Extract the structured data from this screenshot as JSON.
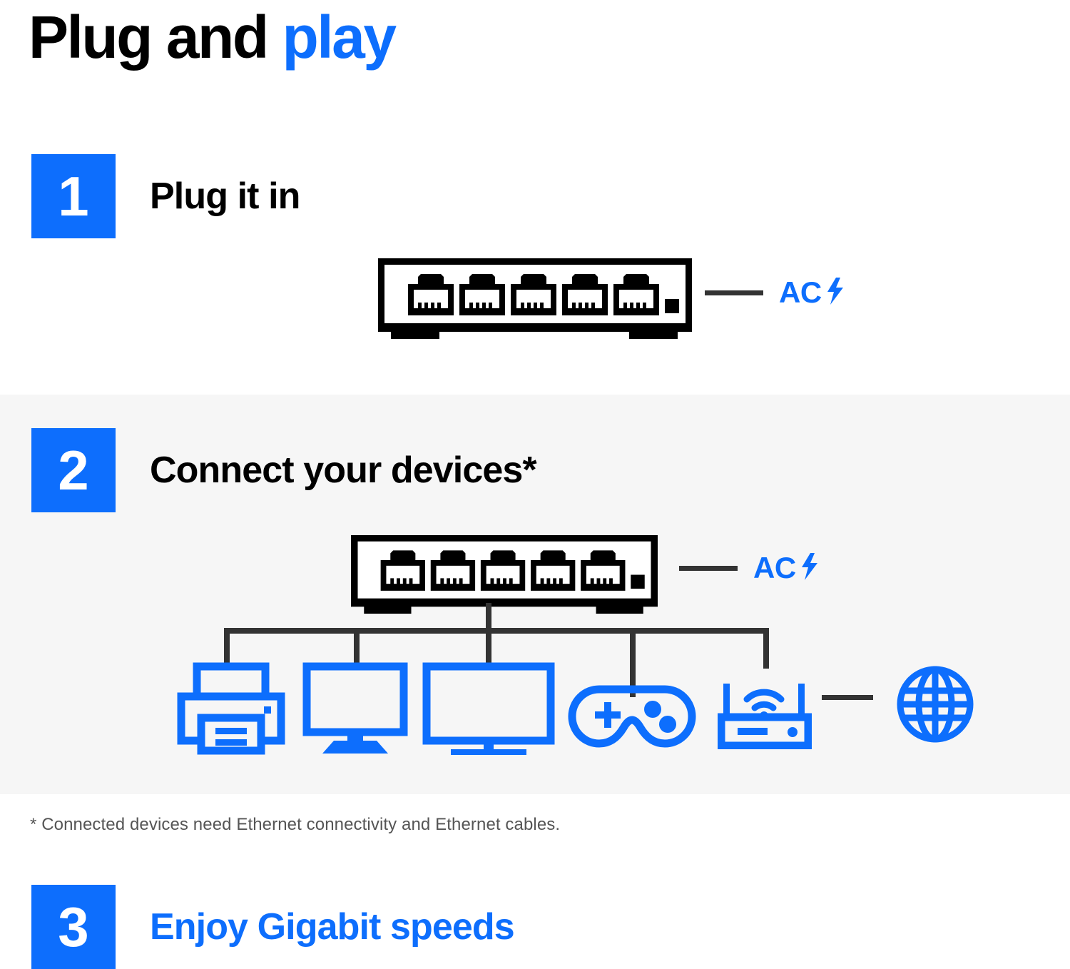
{
  "page": {
    "title_main": "Plug and ",
    "title_accent": "play",
    "background": "#ffffff",
    "accent_color": "#0d6efd",
    "band_color": "#f6f6f6",
    "wire_color": "#333333"
  },
  "steps": [
    {
      "number": "1",
      "label": "Plug it in",
      "label_color": "black"
    },
    {
      "number": "2",
      "label": "Connect your devices*",
      "label_color": "black"
    },
    {
      "number": "3",
      "label": "Enjoy Gigabit speeds",
      "label_color": "blue"
    }
  ],
  "switch_device": {
    "name": "5-port gigabit ethernet switch",
    "port_count": 5,
    "port_icon": "rj45-port-icon",
    "led_icon": "status-led-icon"
  },
  "power": {
    "label": "AC",
    "bolt_icon": "lightning-bolt-icon",
    "wire_icon": "power-cable-line"
  },
  "connected_devices": [
    {
      "name": "printer",
      "icon": "printer-icon"
    },
    {
      "name": "desktop monitor",
      "icon": "monitor-icon"
    },
    {
      "name": "television",
      "icon": "tv-icon"
    },
    {
      "name": "game controller",
      "icon": "game-controller-icon"
    },
    {
      "name": "wireless router",
      "icon": "wifi-router-icon"
    },
    {
      "name": "internet",
      "icon": "globe-icon"
    }
  ],
  "footnote": "* Connected devices need Ethernet connectivity and Ethernet cables."
}
